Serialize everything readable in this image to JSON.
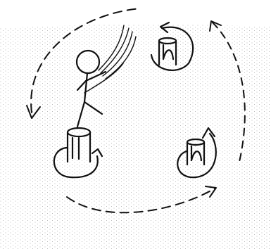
{
  "illustration": {
    "style": "ink sketch",
    "ink_color": "#111111",
    "dash_color": "#222222",
    "stipple_color": "#9a9a9a",
    "background_color": "#ffffff",
    "posts": 3,
    "figures": 1
  }
}
